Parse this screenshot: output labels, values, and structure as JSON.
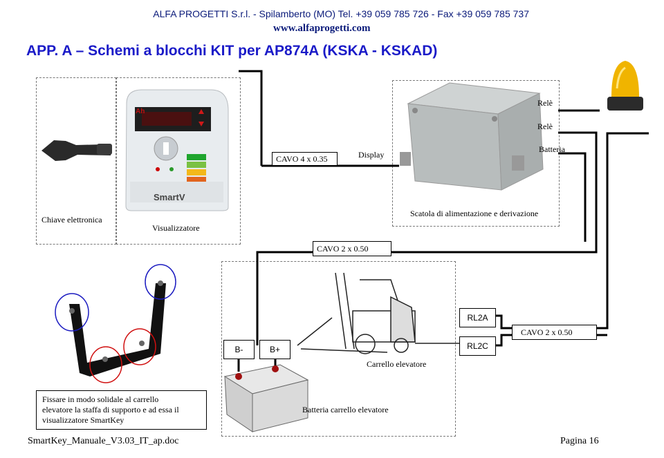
{
  "header": {
    "company_line": "ALFA PROGETTI S.r.l.  -  Spilamberto (MO)  Tel. +39 059 785 726  -  Fax +39 059 785 737",
    "website": "www.alfaprogetti.com"
  },
  "title": "APP. A – Schemi a blocchi KIT per AP874A (KSKA - KSKAD)",
  "components": {
    "key_label": "Chiave elettronica",
    "display_label": "Visualizzatore",
    "display_brand": "SmartV",
    "display_ah": "Ah",
    "junction_label": "Scatola di alimentazione e derivazione",
    "forklift_label": "Carrello elevatore",
    "battery_label": "Batteria carrello elevatore"
  },
  "cables": {
    "cable_4x035": "CAVO 4 x 0.35",
    "display": "Display",
    "cable_2x050_top": "CAVO 2 x 0.50",
    "cable_2x050_right": "CAVO 2 x 0.50",
    "rele_1": "Relè",
    "rele_2": "Relè",
    "batteria": "Batteria"
  },
  "terminals": {
    "b_minus": "B-",
    "b_plus": "B+",
    "rl2a": "RL2A",
    "rl2c": "RL2C"
  },
  "note": {
    "line1": "Fissare in modo solidale al carrello",
    "line2": "elevatore la staffa di supporto e  ad essa  il",
    "line3": "visualizzatore SmartKey"
  },
  "footer": {
    "filename": "SmartKey_Manuale_V3.03_IT_ap.doc",
    "page": "Pagina 16"
  },
  "colors": {
    "header_text": "#0a1a7a",
    "title_text": "#1b1bc8",
    "wire": "#000000",
    "circle_red": "#d01010",
    "circle_blue": "#1a1ac0"
  }
}
